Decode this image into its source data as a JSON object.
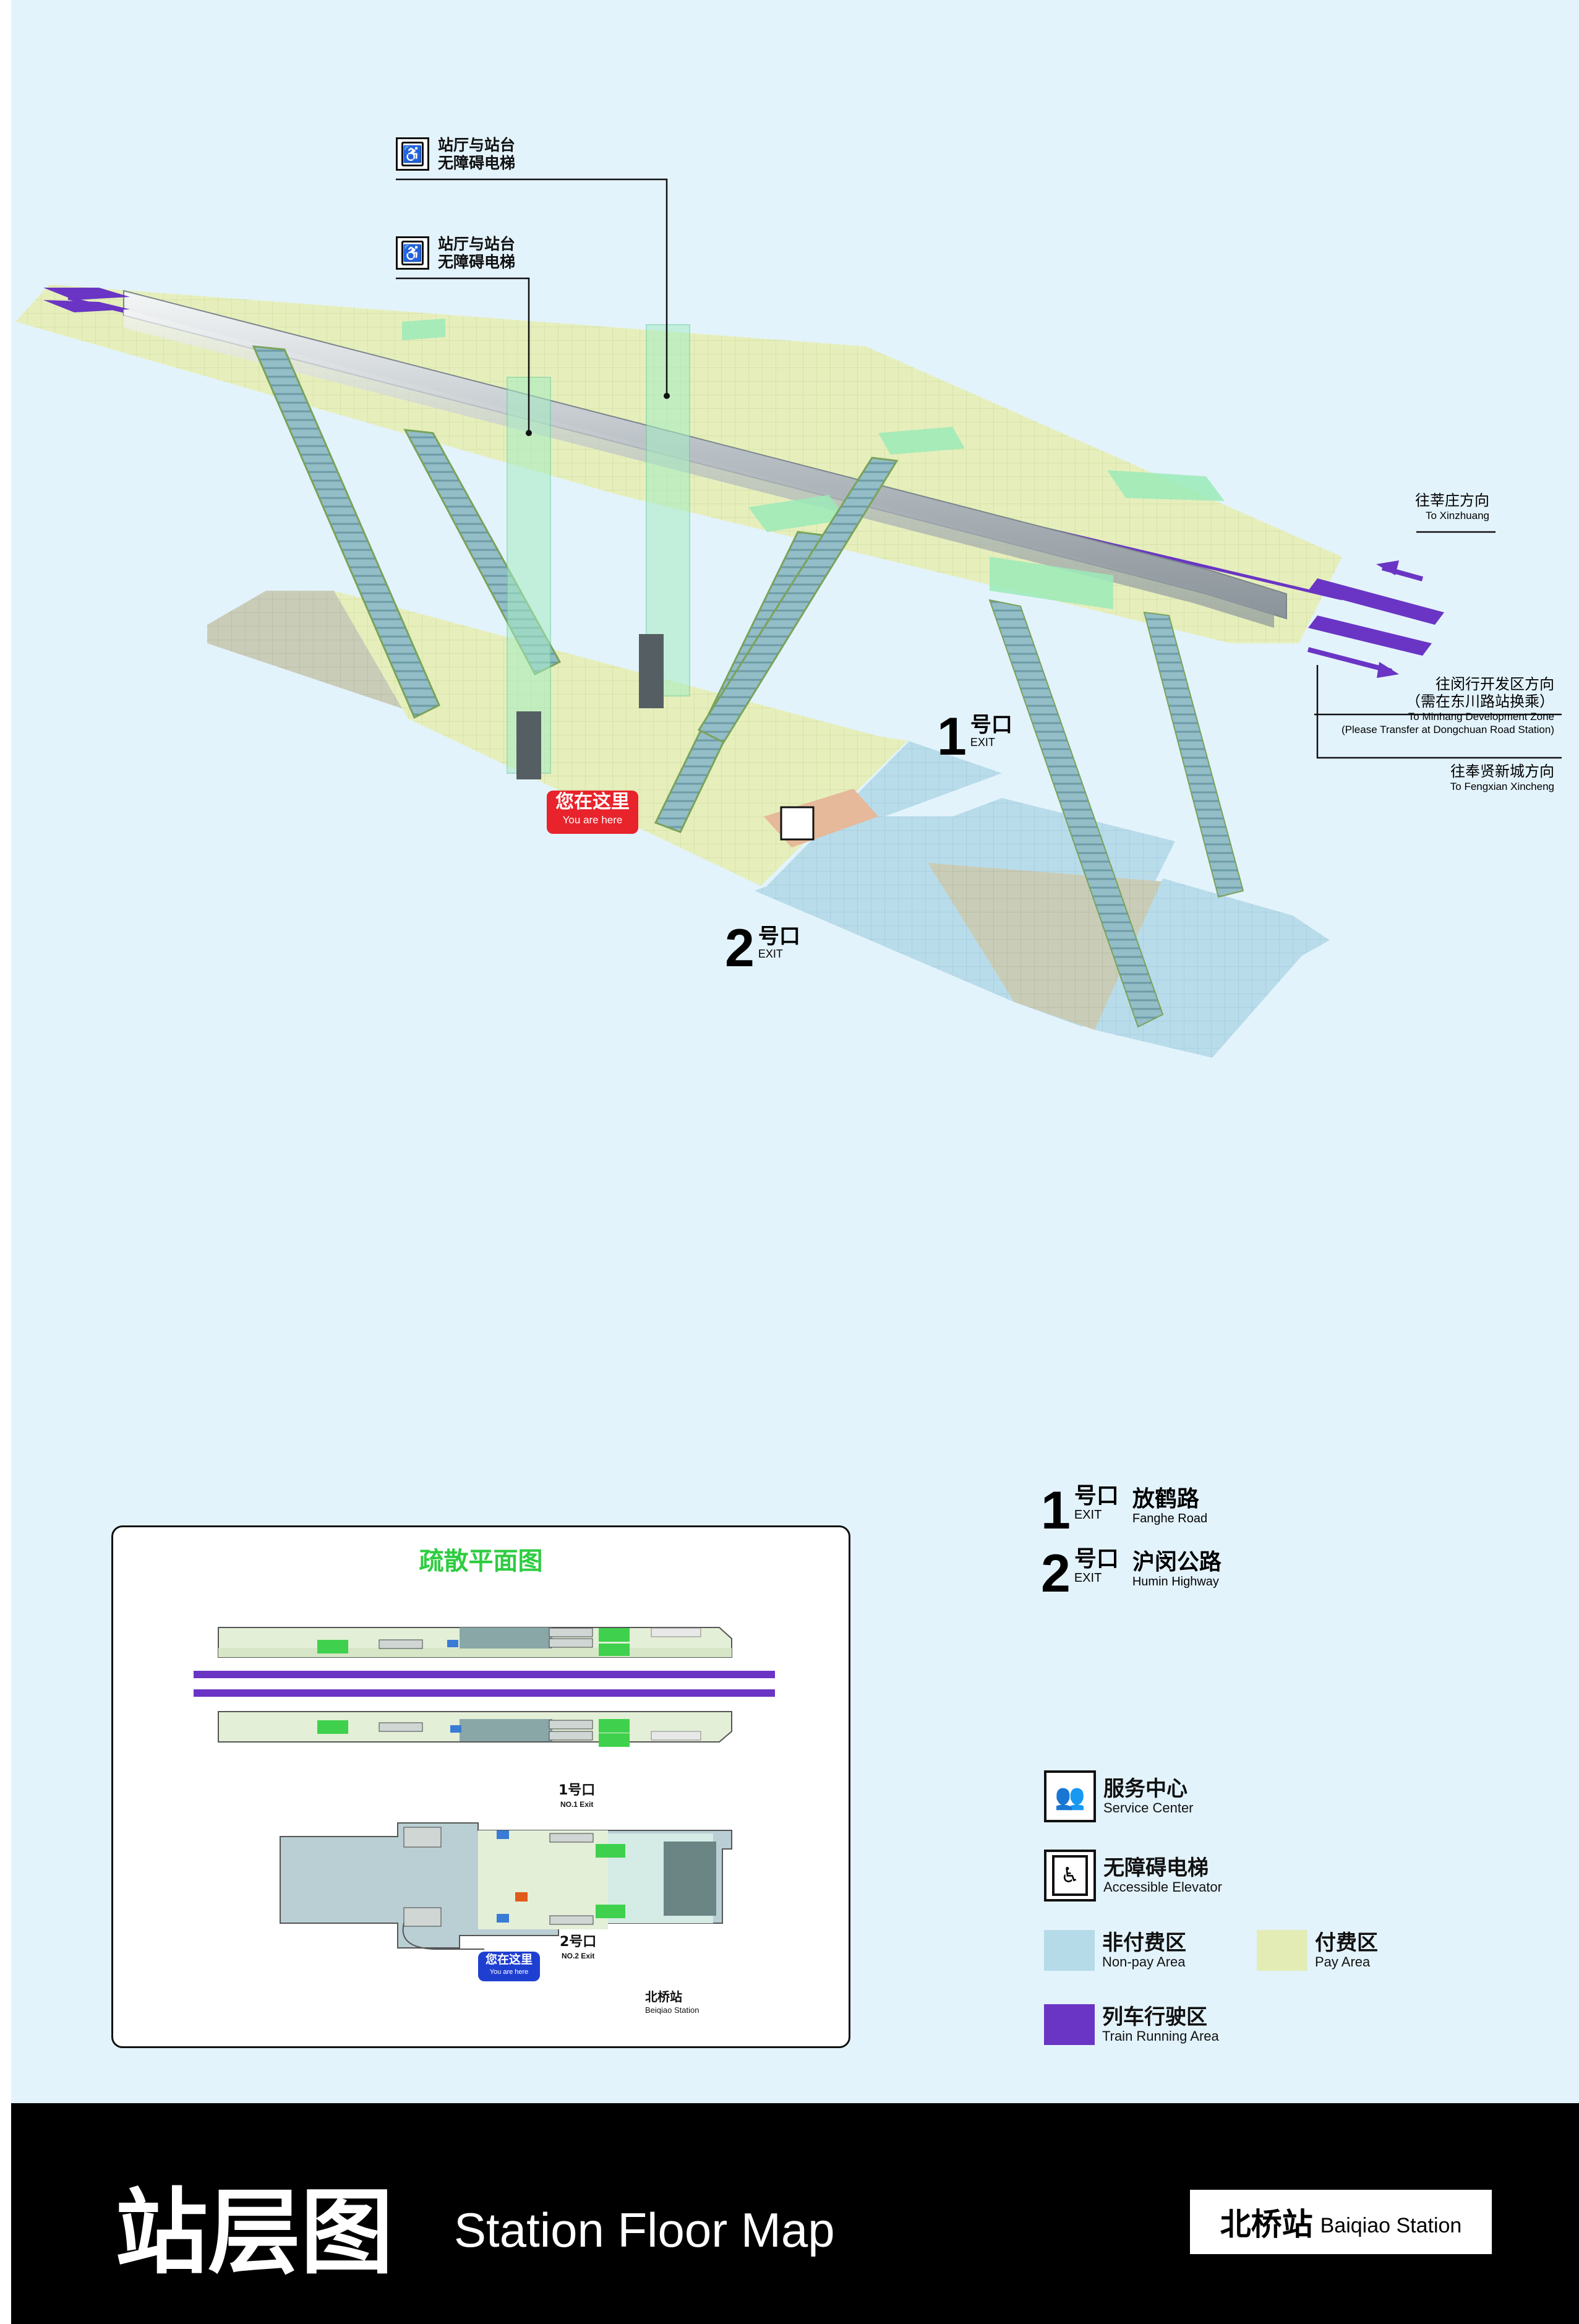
{
  "callouts": {
    "elevator_1": {
      "line1": "站厅与站台",
      "line2": "无障碍电梯"
    },
    "elevator_2": {
      "line1": "站厅与站台",
      "line2": "无障碍电梯"
    }
  },
  "directions": {
    "xinzhuang": {
      "cn": "往莘庄方向",
      "en": "To Xinzhuang"
    },
    "minhang": {
      "cn": "往闵行开发区方向",
      "cn2": "（需在东川路站换乘）",
      "en": "To Minhang Development Zone",
      "en2": "(Please Transfer at Dongchuan Road Station)"
    },
    "fengxian": {
      "cn": "往奉贤新城方向",
      "en": "To Fengxian Xincheng"
    }
  },
  "exits_3d": {
    "exit1": {
      "num": "1",
      "cn": "号口",
      "en": "EXIT"
    },
    "exit2": {
      "num": "2",
      "cn": "号口",
      "en": "EXIT"
    }
  },
  "you_are_here": {
    "cn": "您在这里",
    "en": "You are here"
  },
  "mini_map": {
    "title": "疏散平面图",
    "exit1": {
      "cn": "1号口",
      "en": "NO.1 Exit"
    },
    "exit2": {
      "cn": "2号口",
      "en": "NO.2 Exit"
    },
    "you_are_here": {
      "cn": "您在这里",
      "en": "You are here"
    },
    "station": {
      "cn": "北桥站",
      "en": "Beiqiao  Station"
    }
  },
  "exit_list": [
    {
      "num": "1",
      "cn": "号口",
      "en": "EXIT",
      "road_cn": "放鹤路",
      "road_en": "Fanghe Road"
    },
    {
      "num": "2",
      "cn": "号口",
      "en": "EXIT",
      "road_cn": "沪闵公路",
      "road_en": "Humin Highway"
    }
  ],
  "legend": {
    "service": {
      "cn": "服务中心",
      "en": "Service Center",
      "icon": "service-center-icon"
    },
    "elevator": {
      "cn": "无障碍电梯",
      "en": "Accessible Elevator",
      "icon": "accessible-elevator-icon"
    },
    "nonpay": {
      "cn": "非付费区",
      "en": "Non-pay Area",
      "color": "#b6dbe8"
    },
    "pay": {
      "cn": "付费区",
      "en": "Pay Area",
      "color": "#e3ecb5"
    },
    "train": {
      "cn": "列车行驶区",
      "en": "Train Running Area",
      "color": "#6a35c4"
    }
  },
  "footer": {
    "title_cn": "站层图",
    "title_en": "Station Floor Map",
    "station_cn": "北桥站",
    "station_en": "Baiqiao Station"
  }
}
